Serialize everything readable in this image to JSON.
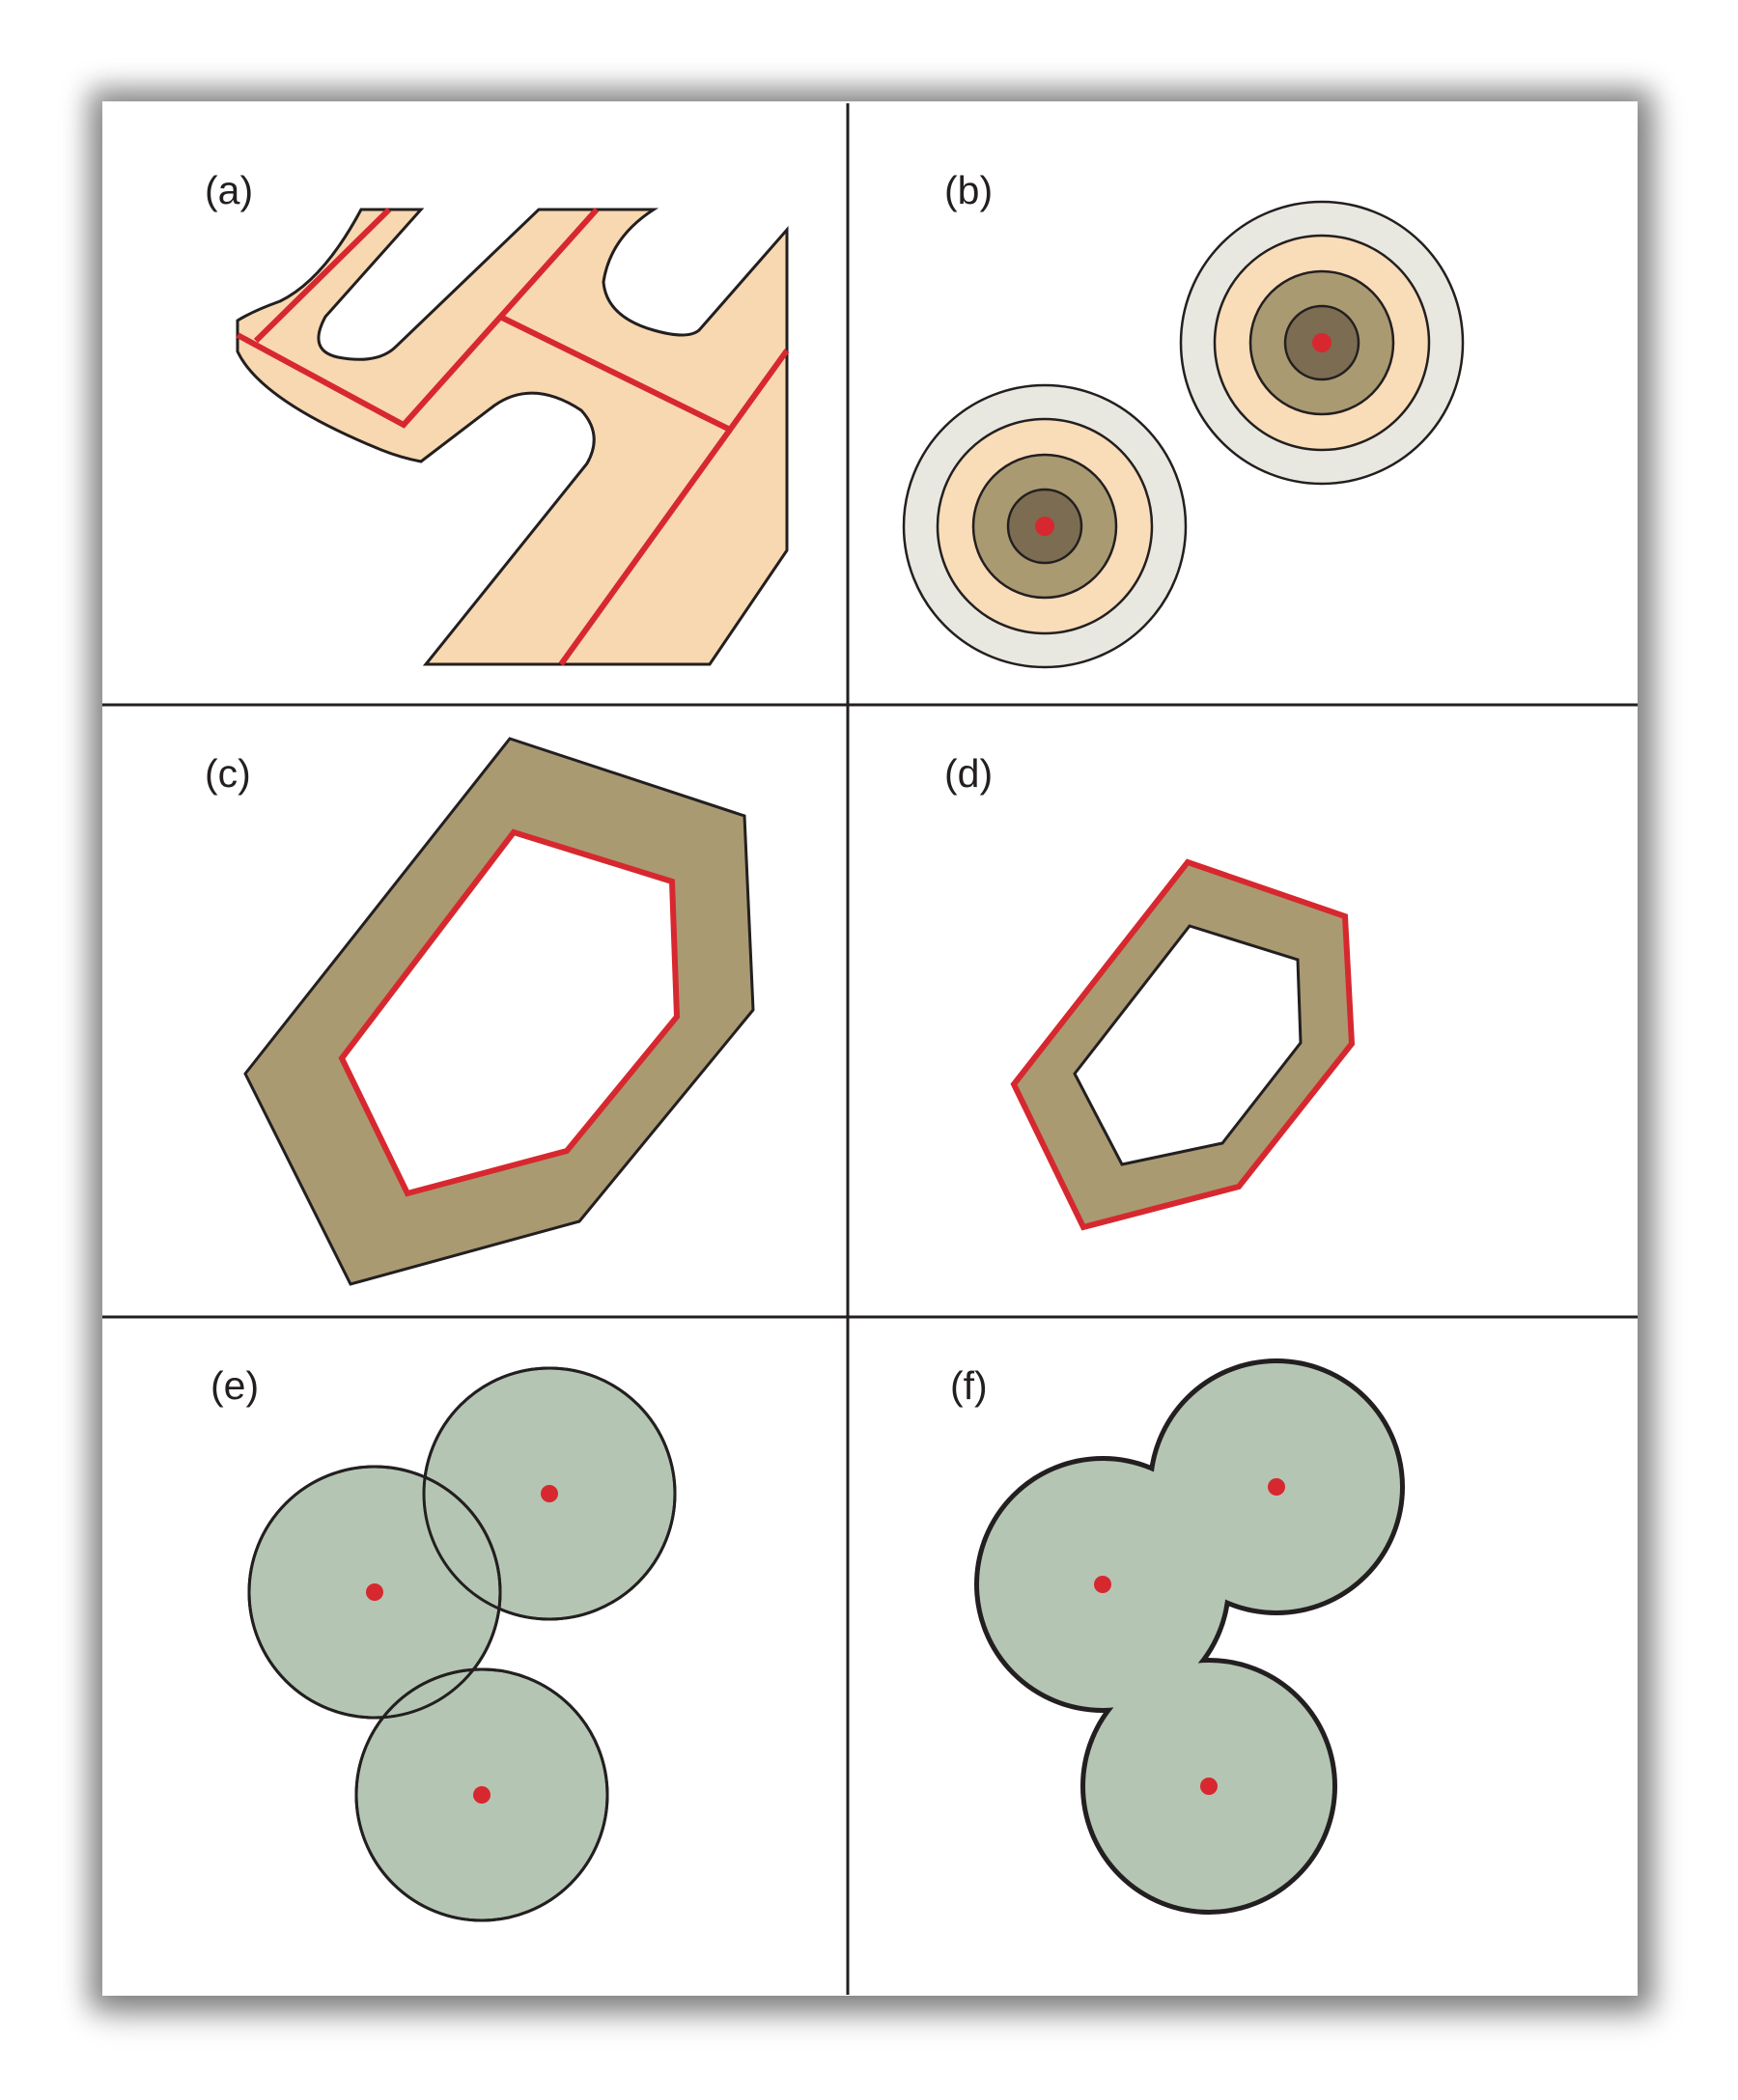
{
  "panels": {
    "a": {
      "label": "(a)"
    },
    "b": {
      "label": "(b)"
    },
    "c": {
      "label": "(c)"
    },
    "d": {
      "label": "(d)"
    },
    "e": {
      "label": "(e)"
    },
    "f": {
      "label": "(f)"
    }
  },
  "colors": {
    "highlight": "#d7282f",
    "outline": "#231f20",
    "peach_fill": "#f8d8b0",
    "ring_outer": "#e9e8e0",
    "ring_peach": "#f9dcb8",
    "ring_tan": "#a99a72",
    "ring_dark": "#7c6c52",
    "band_fill": "#a99a72",
    "buffer_fill": "#b4c6b3"
  }
}
